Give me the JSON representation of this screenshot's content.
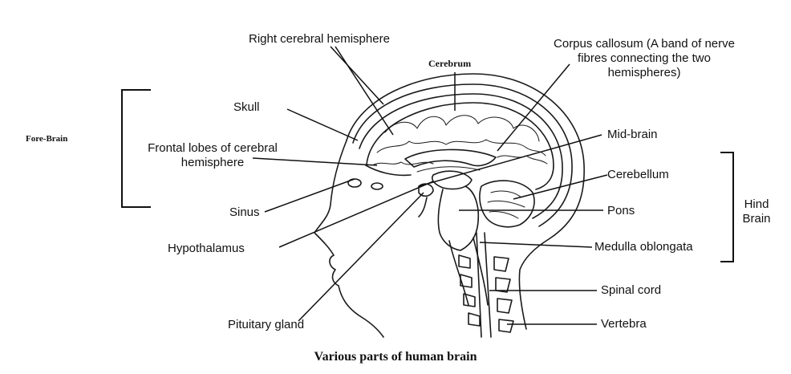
{
  "caption": "Various parts of human brain",
  "groups": {
    "fore_brain": "Fore-Brain",
    "hind_brain": [
      "Hind",
      "Brain"
    ]
  },
  "labels": {
    "right_cerebral_hemisphere": "Right cerebral hemisphere",
    "cerebrum": "Cerebrum",
    "corpus_callosum": [
      "Corpus callosum (A band of nerve",
      "fibres connecting the two",
      "hemispheres)"
    ],
    "skull": "Skull",
    "frontal_lobes": [
      "Frontal lobes of cerebral",
      "hemisphere"
    ],
    "mid_brain": "Mid-brain",
    "cerebellum": "Cerebellum",
    "sinus": "Sinus",
    "pons": "Pons",
    "hypothalamus": "Hypothalamus",
    "medulla_oblongata": "Medulla oblongata",
    "spinal_cord": "Spinal cord",
    "pituitary_gland": "Pituitary gland",
    "vertebra": "Vertebra"
  }
}
